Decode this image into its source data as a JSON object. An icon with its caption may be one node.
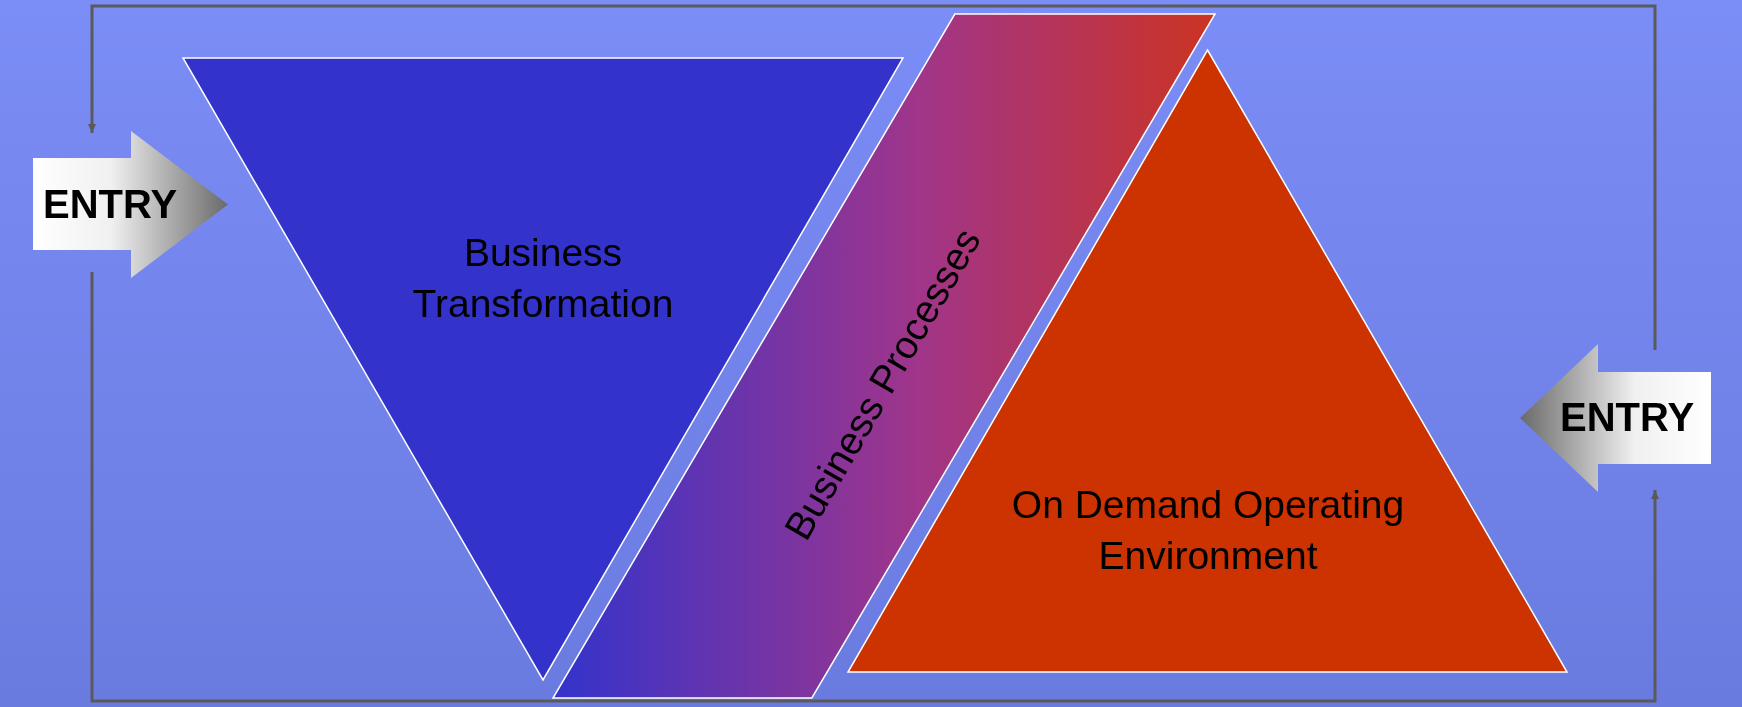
{
  "diagram": {
    "nodes": [
      {
        "text": [
          "ENTRY"
        ]
      },
      {
        "text": [
          "Business Transformation"
        ]
      },
      {
        "text": [
          "Business Processes"
        ]
      },
      {
        "text": [
          "On Demand Operating Environment"
        ]
      },
      {
        "text": [
          "ENTRY"
        ]
      }
    ],
    "edges": [
      {
        "from": 4,
        "to": 0,
        "arrow": "to"
      },
      {
        "from": 0,
        "to": 4,
        "arrow": "to"
      }
    ]
  }
}
